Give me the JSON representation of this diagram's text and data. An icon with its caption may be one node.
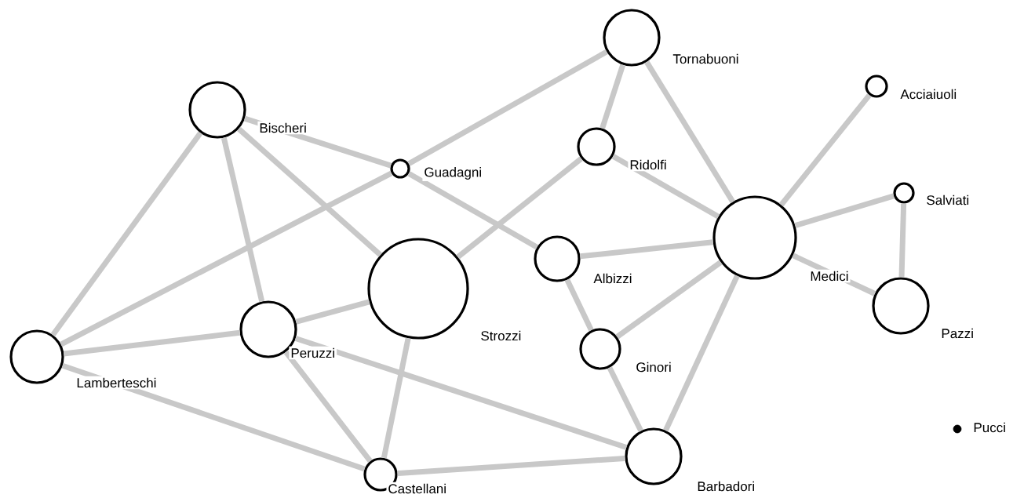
{
  "diagram": {
    "nodes": [
      {
        "text": [],
        "shape": "circle",
        "beside": [
          "Tornabuoni"
        ]
      },
      {
        "text": [],
        "shape": "circle",
        "beside": [
          "Acciaiuoli"
        ]
      },
      {
        "text": [],
        "shape": "circle",
        "beside": [
          "Bischeri"
        ]
      },
      {
        "text": [],
        "shape": "circle",
        "beside": [
          "Ridolfi"
        ]
      },
      {
        "text": [],
        "shape": "circle",
        "beside": [
          "Guadagni"
        ]
      },
      {
        "text": [],
        "shape": "circle",
        "beside": [
          "Salviati"
        ]
      },
      {
        "text": [],
        "shape": "circle",
        "beside": [
          "Medici"
        ]
      },
      {
        "text": [],
        "shape": "circle",
        "beside": [
          "Albizzi"
        ]
      },
      {
        "text": [],
        "shape": "circle",
        "beside": [
          "Strozzi"
        ]
      },
      {
        "text": [],
        "shape": "circle",
        "beside": [
          "Pazzi"
        ]
      },
      {
        "text": [],
        "shape": "circle",
        "beside": [
          "Peruzzi"
        ]
      },
      {
        "text": [],
        "shape": "circle",
        "beside": [
          "Lamberteschi"
        ]
      },
      {
        "text": [],
        "shape": "circle",
        "beside": [
          "Ginori"
        ]
      },
      {
        "text": [],
        "shape": "dot",
        "beside": [
          "Pucci"
        ]
      },
      {
        "text": [],
        "shape": "circle",
        "beside": [
          "Castellani"
        ]
      },
      {
        "text": [],
        "shape": "circle",
        "beside": [
          "Barbadori"
        ]
      }
    ],
    "edges": [
      {
        "from": 0,
        "to": 4,
        "arrow": "none"
      },
      {
        "from": 0,
        "to": 3,
        "arrow": "none"
      },
      {
        "from": 0,
        "to": 6,
        "arrow": "none"
      },
      {
        "from": 1,
        "to": 6,
        "arrow": "none"
      },
      {
        "from": 2,
        "to": 4,
        "arrow": "none"
      },
      {
        "from": 2,
        "to": 8,
        "arrow": "none"
      },
      {
        "from": 2,
        "to": 10,
        "arrow": "none"
      },
      {
        "from": 2,
        "to": 11,
        "arrow": "none"
      },
      {
        "from": 3,
        "to": 8,
        "arrow": "none"
      },
      {
        "from": 3,
        "to": 6,
        "arrow": "none"
      },
      {
        "from": 4,
        "to": 11,
        "arrow": "none"
      },
      {
        "from": 4,
        "to": 7,
        "arrow": "none"
      },
      {
        "from": 5,
        "to": 6,
        "arrow": "none"
      },
      {
        "from": 5,
        "to": 9,
        "arrow": "none"
      },
      {
        "from": 6,
        "to": 7,
        "arrow": "none"
      },
      {
        "from": 6,
        "to": 9,
        "arrow": "none"
      },
      {
        "from": 6,
        "to": 12,
        "arrow": "none"
      },
      {
        "from": 6,
        "to": 15,
        "arrow": "none"
      },
      {
        "from": 7,
        "to": 12,
        "arrow": "none"
      },
      {
        "from": 12,
        "to": 15,
        "arrow": "none"
      },
      {
        "from": 8,
        "to": 10,
        "arrow": "none"
      },
      {
        "from": 8,
        "to": 14,
        "arrow": "none"
      },
      {
        "from": 10,
        "to": 11,
        "arrow": "none"
      },
      {
        "from": 10,
        "to": 14,
        "arrow": "none"
      },
      {
        "from": 10,
        "to": 15,
        "arrow": "none"
      },
      {
        "from": 11,
        "to": 14,
        "arrow": "none"
      },
      {
        "from": 14,
        "to": 15,
        "arrow": "none"
      }
    ]
  }
}
